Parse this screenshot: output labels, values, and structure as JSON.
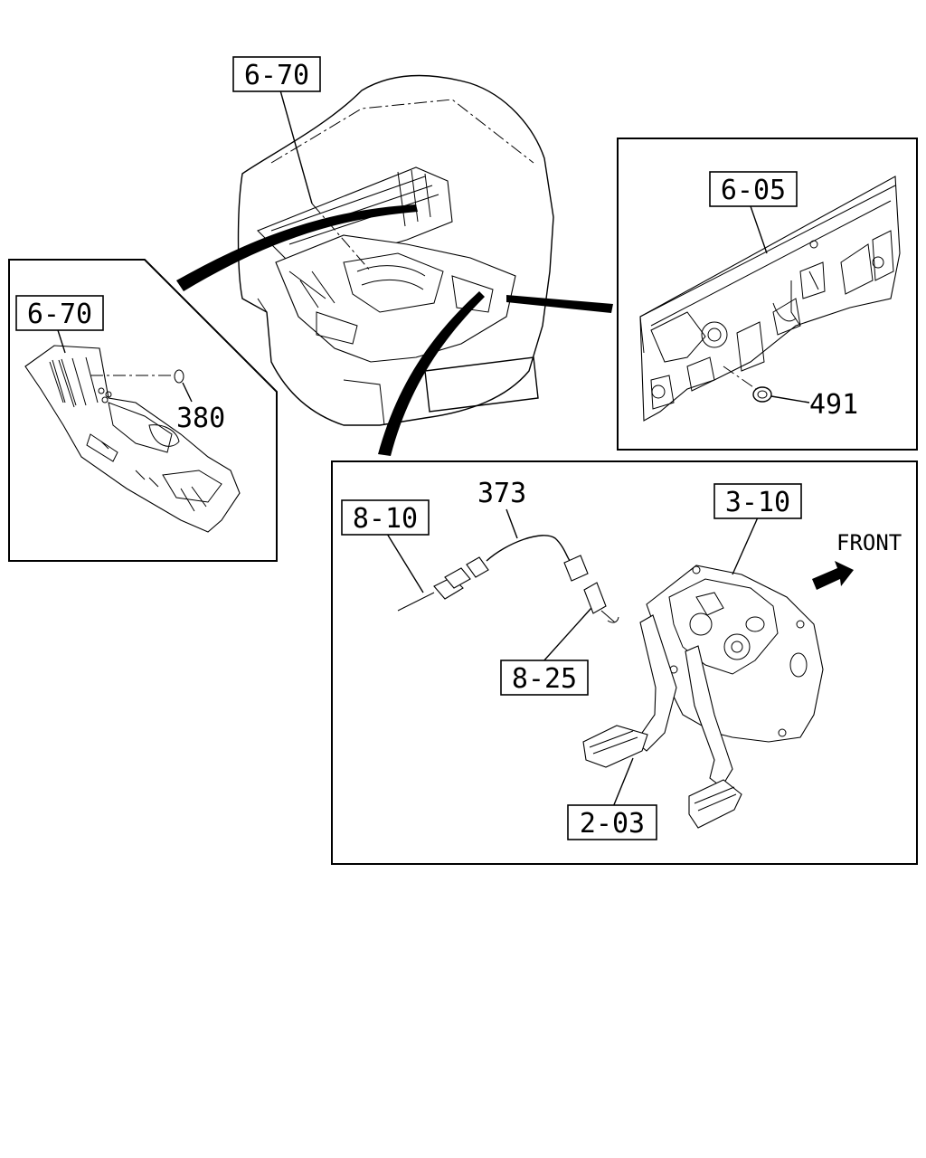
{
  "callouts": {
    "cab_top_670": "6-70",
    "floor_panel_670": "6-70",
    "floor_grommet_380": "380",
    "dash_panel_605": "6-05",
    "dash_grommet_491": "491",
    "harness_810": "8-10",
    "harness_373": "373",
    "switch_825": "8-25",
    "pedal_bracket_310": "3-10",
    "pedal_203": "2-03",
    "front_label": "FRONT"
  }
}
